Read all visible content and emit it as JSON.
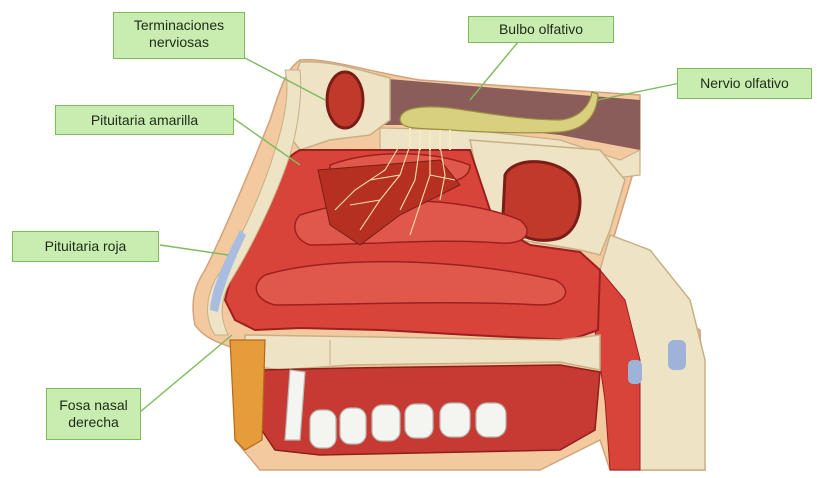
{
  "labels": {
    "terminaciones": "Terminaciones\nnerviosas",
    "bulbo": "Bulbo olfativo",
    "nervio": "Nervio olfativo",
    "amarilla": "Pituitaria amarilla",
    "roja": "Pituitaria roja",
    "fosa": "Fosa nasal\nderecha"
  },
  "colors": {
    "label_fill": "#c9edb0",
    "label_border": "#7dbb5c",
    "mucosa": "#d9443a",
    "mucosa_dark": "#9e1f1f",
    "bone": "#efe3c6",
    "skin": "#f3c9a0",
    "nerve": "#c9c07a",
    "cavity": "#8a5d5a"
  }
}
